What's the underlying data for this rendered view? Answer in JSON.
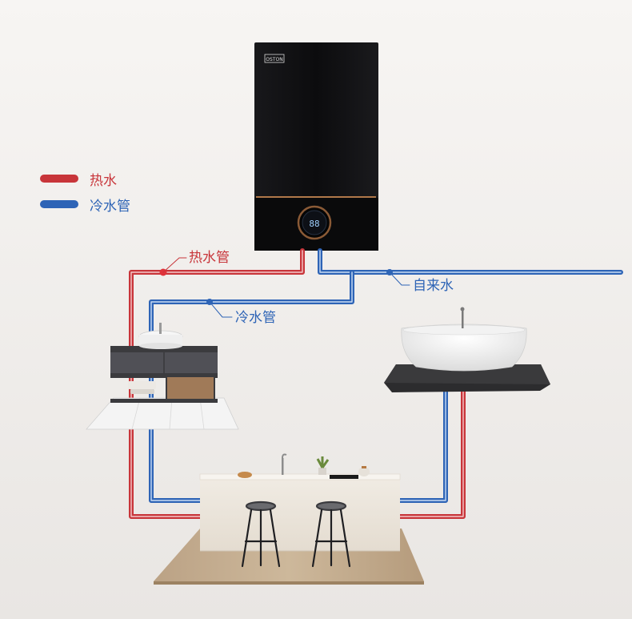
{
  "colors": {
    "hot": "#c8353a",
    "cold": "#2e64b6",
    "heater_body": "#101012",
    "copper_line": "#b0784a",
    "background": "#f3f1ef"
  },
  "heater": {
    "brand": "OSTON",
    "display_digits": "88",
    "icon": "water-heater-icon"
  },
  "legend": {
    "hot_label": "热水",
    "cold_label": "冷水管"
  },
  "labels": {
    "hot_pipe": "热水管",
    "cold_pipe": "冷水管",
    "tap_water": "自来水"
  },
  "fixtures": [
    "bathroom-vanity-icon",
    "bathtub-icon",
    "kitchen-island-icon",
    "bar-stool-icon"
  ]
}
